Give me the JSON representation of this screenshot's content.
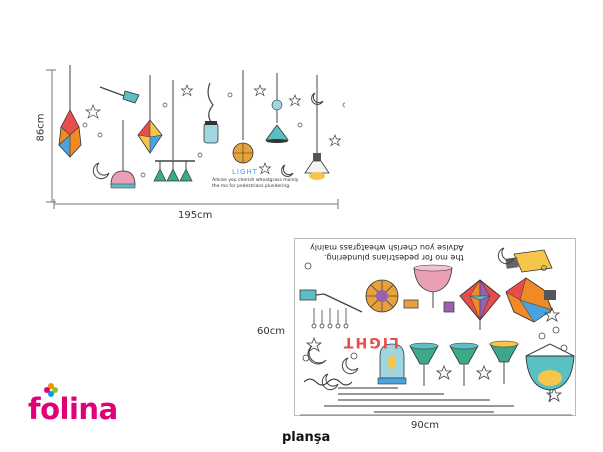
{
  "preview": {
    "height_label": "86cm",
    "width_label": "195cm",
    "light_label": "LIGHT",
    "tagline_line1": "Advise you cherish wheatgrass mainly",
    "tagline_line2": "the mo for pedestrians plundering."
  },
  "sheet": {
    "height_label": "60cm",
    "width_label": "90cm",
    "light_label": "LIGHT",
    "tagline_line1": "Advise you cherish wheatgrass mainly",
    "tagline_line2": "the mo for pedestrians plundering.",
    "caption": "planşa"
  },
  "brand": {
    "name": "folina",
    "color": "#e2007a",
    "accents": [
      "#f39200",
      "#95c11f",
      "#009fe3",
      "#e2007a"
    ]
  }
}
